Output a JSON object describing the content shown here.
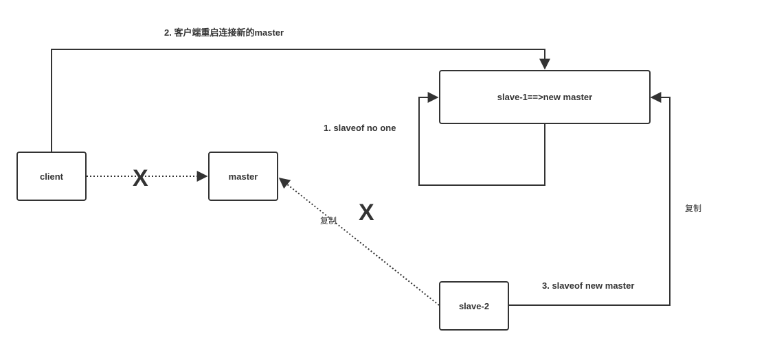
{
  "nodes": {
    "client": "client",
    "master": "master",
    "slave1": "slave-1==>new master",
    "slave2": "slave-2"
  },
  "labels": {
    "reconnect": "2. 客户端重启连接新的master",
    "slaveof_no_one": "1. slaveof no one",
    "replicate_old": "复制",
    "replicate_new": "复制",
    "slaveof_new_master": "3. slaveof new master"
  },
  "marks": {
    "client_master_blocked": "X",
    "replication_blocked": "X"
  },
  "colors": {
    "stroke": "#333333",
    "background": "#ffffff"
  }
}
